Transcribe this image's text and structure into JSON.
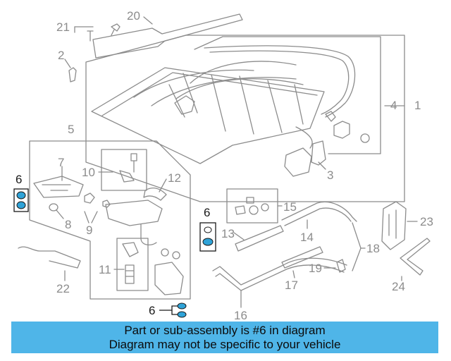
{
  "callouts": {
    "c1": "1",
    "c2": "2",
    "c3": "3",
    "c4": "4",
    "c5": "5",
    "c6a": "6",
    "c6b": "6",
    "c6c": "6",
    "c7": "7",
    "c8": "8",
    "c9": "9",
    "c10": "10",
    "c11": "11",
    "c12": "12",
    "c13": "13",
    "c14": "14",
    "c15": "15",
    "c16": "16",
    "c17": "17",
    "c18": "18",
    "c19": "19",
    "c20": "20",
    "c21": "21",
    "c22": "22",
    "c23": "23",
    "c24": "24"
  },
  "highlight_part": "6",
  "colors": {
    "line": "#8c8c8c",
    "highlight_part": "#2fa3d8",
    "highlight_frame": "#1a1a1a",
    "banner_bg": "#4fb5e8"
  },
  "banner": {
    "line1": "Part or sub-assembly is #6 in diagram",
    "line2": "Diagram may not be specific to your vehicle"
  }
}
